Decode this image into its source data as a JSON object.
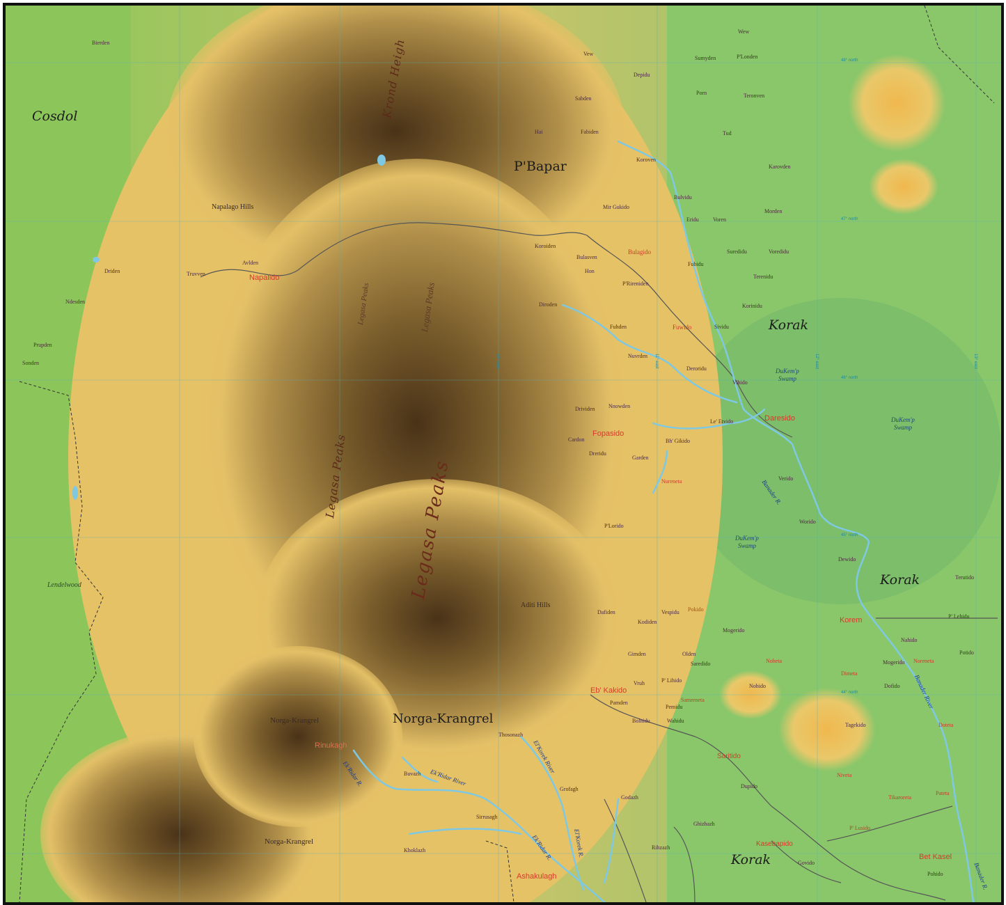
{
  "regions": [
    "Cosdol",
    "P'Bapar",
    "Korak",
    "Korak",
    "Korak",
    "Norga-Krangrel"
  ],
  "mountains": {
    "krond": "Krond Heigh",
    "legasa_big": "Legasa Peaks",
    "legasa_med": "Legasa Peaks",
    "legasa_sm1": "Legasa Peaks",
    "legasa_sm2": "Legasa Peaks"
  },
  "hills": [
    "Napalago Hills",
    "Aditi Hills",
    "Norga-Krangrel",
    "Norga-Krangrel",
    "Lendelwood"
  ],
  "cities": [
    "Napalido",
    "Daresido",
    "Fopasido",
    "Korem",
    "Eb' Kakido",
    "Rinukagh",
    "Ashakulagh",
    "Saritido",
    "Kasebapido",
    "Bet Kasel"
  ],
  "towns": [
    "Bierden",
    "Wew",
    "Vew",
    "Sumyden",
    "P'Londen",
    "Depidu",
    "Sabden",
    "Porn",
    "Teronven",
    "Hai",
    "Fabiden",
    "Tud",
    "Koroven",
    "Karovden",
    "Mir Gukido",
    "Bulvidu",
    "Morden",
    "Eridu",
    "Voren",
    "Koroiden",
    "Bulagido",
    "Suredidu",
    "Voredidu",
    "Avlden",
    "Truvven",
    "Driden",
    "Bulasven",
    "Hon",
    "Fubidu",
    "Terenidu",
    "Ndesden",
    "P'Rireniden",
    "Korinidu",
    "Diroden",
    "Fuwido",
    "Sividu",
    "Fuhden",
    "Prupden",
    "Sonden",
    "Nuvrden",
    "Deroridu",
    "Vihido",
    "Drividen",
    "Nnowden",
    "Le' Etvido",
    "Cardon",
    "Bh' Gikido",
    "Dreridu",
    "Garden",
    "Nureneta",
    "Verido",
    "Worido",
    "P'Lorido",
    "Dewido",
    "Terutido",
    "Dafiden",
    "Vespidu",
    "Pokido",
    "Kodiden",
    "Mogerido",
    "P' Lehidu",
    "Nahido",
    "Gimden",
    "Olden",
    "Saredido",
    "Noheta",
    "Potido",
    "Mogerido",
    "Noreneta",
    "Dimeta",
    "Nohido",
    "Dofido",
    "Vruh",
    "P' Lihido",
    "Samreneta",
    "Pamden",
    "Pemidu",
    "Bolnidu",
    "Wahidu",
    "Tagekido",
    "Doteta",
    "Thosonazh",
    "Buvazh",
    "Niveta",
    "Dupido",
    "Grofagh",
    "Godazh",
    "Tikaroreta",
    "Pateta",
    "Sirrusagh",
    "Ghizhazh",
    "P' Lusido",
    "Khoklazh",
    "Rihzazh",
    "Govido",
    "Pohido"
  ],
  "rivers": [
    "Banader R.",
    "Banader River",
    "Banader R.",
    "Ek'Ridar R.",
    "Ek'Ridar River",
    "El'Korek River",
    "Ek'Ridar R.",
    "El'Korek R."
  ],
  "swamps": [
    "DuKem'p\nSwamp",
    "DuKem'p\nSwamp",
    "DuKem'p\nSwamp"
  ],
  "grid_labels": [
    "48° north",
    "47° north",
    "46° north",
    "45° north",
    "44° north",
    "13° east",
    "12° east",
    "11° east",
    "10° east"
  ],
  "colors": {
    "lowland": "#8cc65a",
    "plain": "#a6cf5e",
    "hill": "#e9c060",
    "mountain": "#9a7a3a",
    "peak": "#4a3218",
    "river": "#7ec8e3",
    "city": "#d63a2a"
  }
}
